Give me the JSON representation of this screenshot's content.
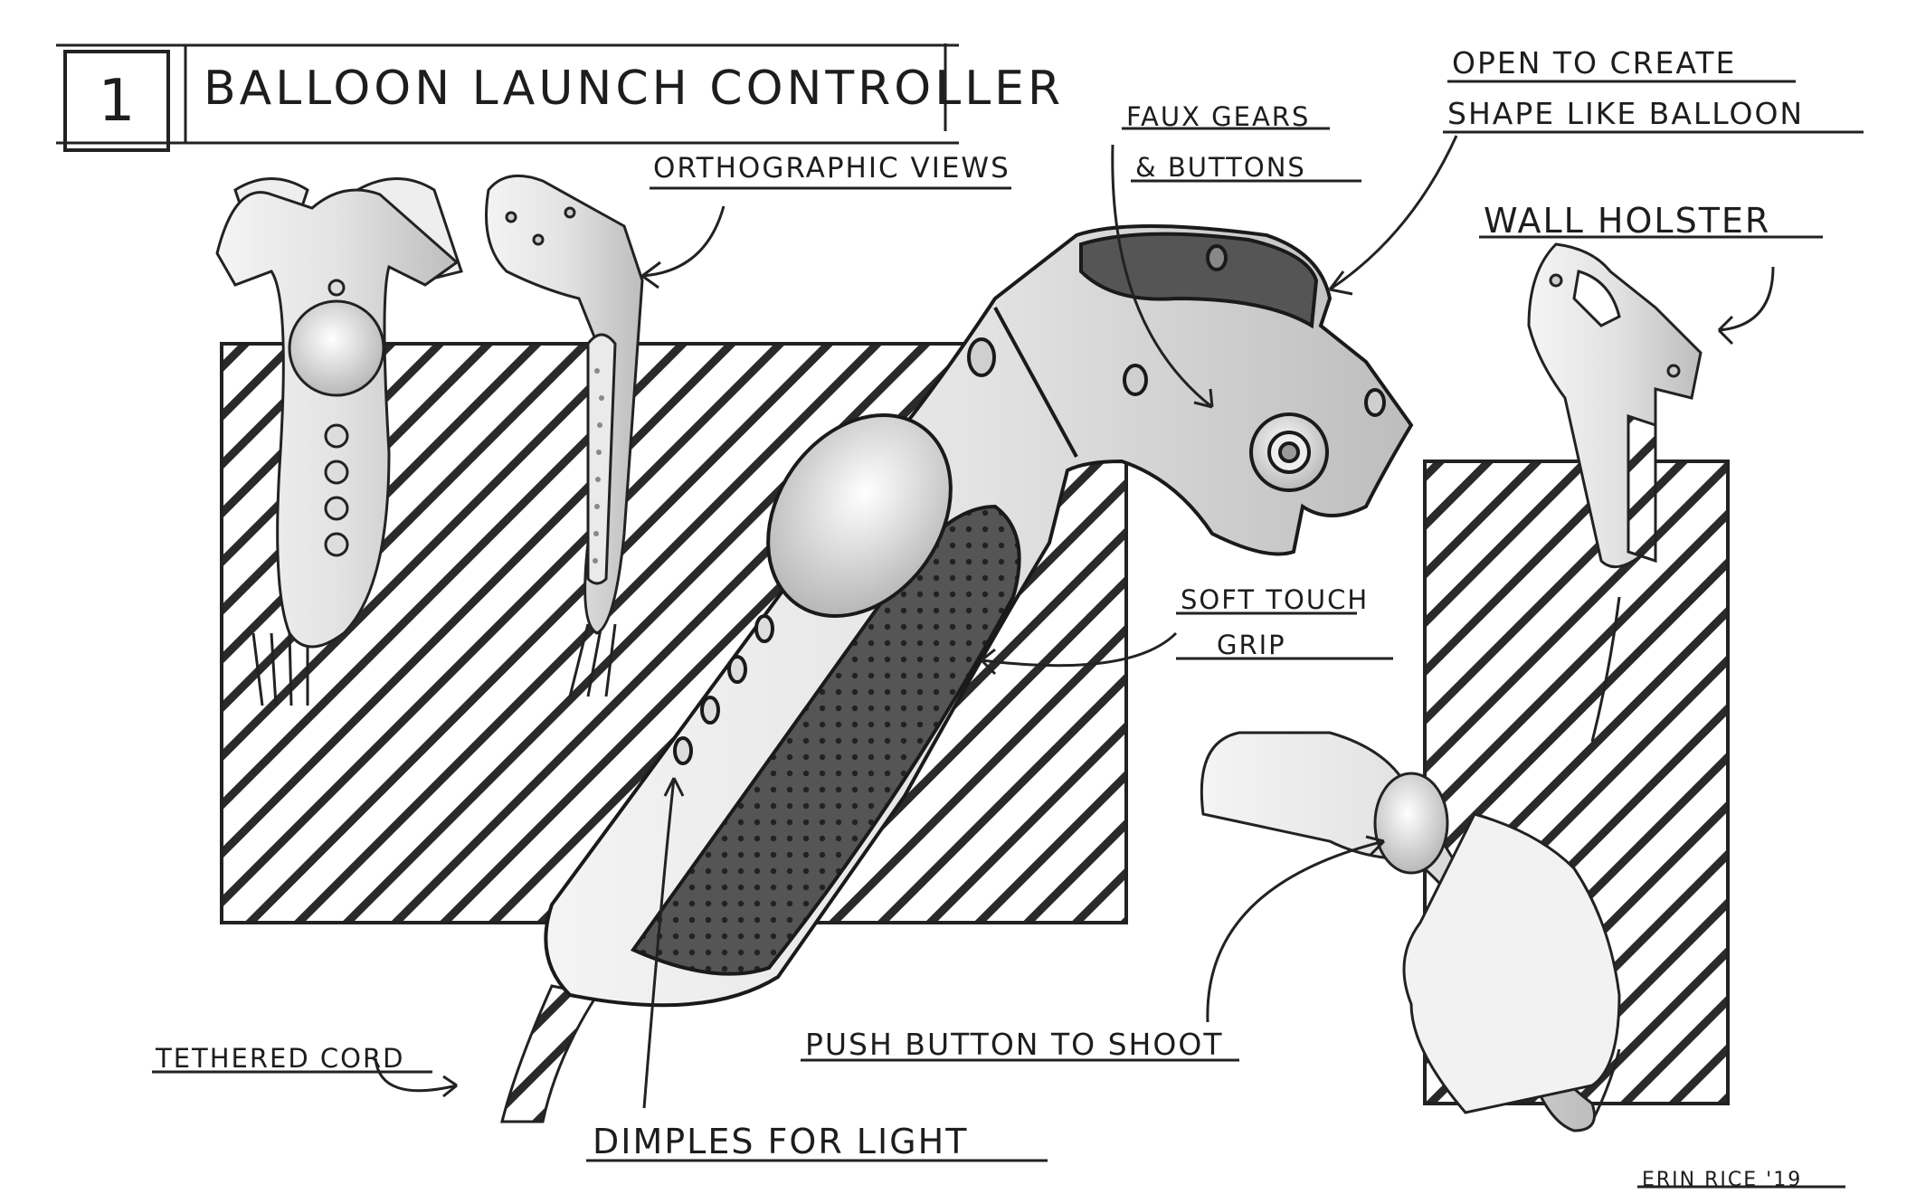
{
  "sheet": {
    "number": "1",
    "title": "BALLOON LAUNCH CONTROLLER"
  },
  "annotations": {
    "orthographic": "ORTHOGRAPHIC VIEWS",
    "faux_line1": "FAUX GEARS",
    "faux_line2": "& BUTTONS",
    "open_line1": "OPEN TO CREATE",
    "open_line2": "SHAPE LIKE BALLOON",
    "wall": "WALL HOLSTER",
    "soft_line1": "SOFT TOUCH",
    "soft_line2": "GRIP",
    "push": "PUSH BUTTON TO SHOOT",
    "tethered": "TETHERED CORD",
    "dimples": "DIMPLES FOR LIGHT",
    "signature": "ERIN RICE '19"
  },
  "colors": {
    "ink": "#1d1d1d",
    "paper": "#ffffff",
    "grip": "#4a4a4a",
    "shade": "#cfcfcf"
  }
}
